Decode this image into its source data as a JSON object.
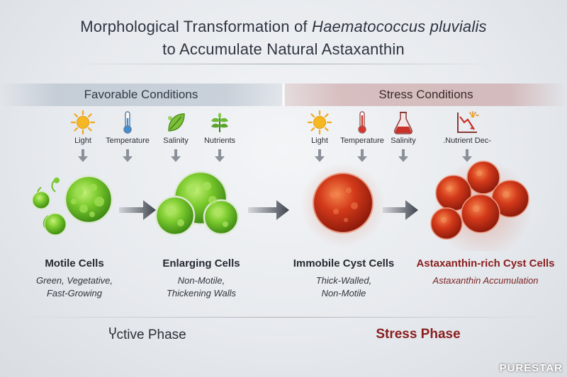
{
  "title": {
    "line1_prefix": "Morphological Transformation of ",
    "line1_species": "Haematococcus pluvialis",
    "line2": "to Accumulate Natural Astaxanthin"
  },
  "conditions": {
    "favorable": "Favorable Conditions",
    "stress": "Stress Conditions"
  },
  "favorable_factors": [
    {
      "label": "Light",
      "icon": "sun-icon"
    },
    {
      "label": "Temperature",
      "icon": "thermometer-icon"
    },
    {
      "label": "Salinity",
      "icon": "leaf-icon"
    },
    {
      "label": "Nutrients",
      "icon": "plant-icon"
    }
  ],
  "stress_factors": [
    {
      "label": "Light",
      "icon": "sun-icon"
    },
    {
      "label": "Temperature",
      "icon": "thermometer-icon"
    },
    {
      "label": "Salinity",
      "icon": "flask-icon"
    },
    {
      "label": ".Nutrient Dec-",
      "icon": "declining-chart-icon"
    }
  ],
  "stages": [
    {
      "title": "Motile Cells",
      "desc_line1": "Green, Vegetative,",
      "desc_line2": "Fast-Growing"
    },
    {
      "title": "Enlarging Cells",
      "desc_line1": "Non-Motile,",
      "desc_line2": "Thickening Walls"
    },
    {
      "title": "Immobile Cyst Cells",
      "desc_line1": "Thick-Walled,",
      "desc_line2": "Non-Motile"
    },
    {
      "title": "Astaxanthin-rich Cyst Cells",
      "desc_line1": "Astaxanthin Accumulation",
      "desc_line2": ""
    }
  ],
  "phases": {
    "active": "Ⴤctive Phase",
    "stress": "Stress Phase"
  },
  "watermark": "PURESTAR",
  "colors": {
    "green_cell": "#6cbf2a",
    "red_cell": "#c8321a",
    "stress_text": "#8a1e1e",
    "arrow": "#4a5058"
  }
}
